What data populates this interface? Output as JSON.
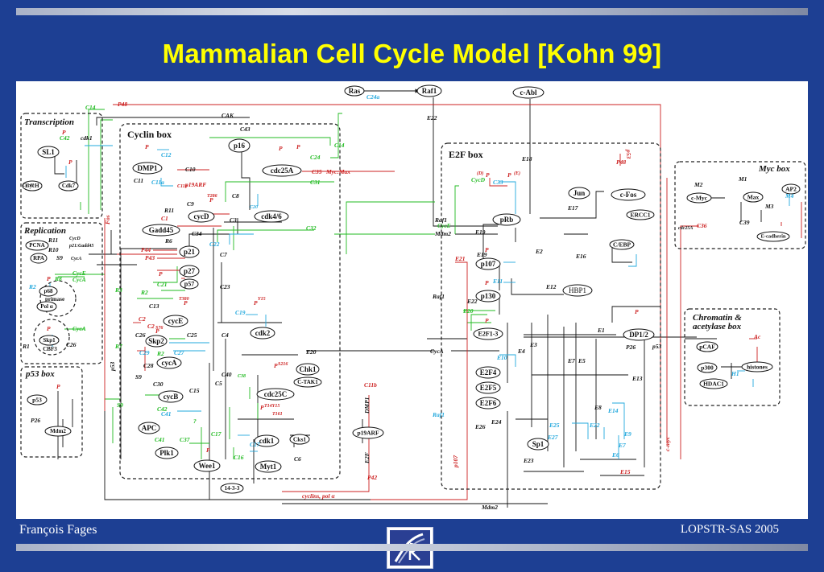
{
  "slide": {
    "title": "Mammalian Cell Cycle Model [Kohn 99]",
    "author": "François Fages",
    "conference": "LOPSTR-SAS 2005"
  },
  "colors": {
    "background": "#1d3f93",
    "title": "#ffff00",
    "black_edge": "#111111",
    "green_edge": "#22bb22",
    "red_edge": "#cc2020",
    "cyan_edge": "#22a8dd"
  },
  "boxes": {
    "transcription": "Transcription",
    "replication": "Replication",
    "p53_box": "p53 box",
    "cyclin_box": "Cyclin box",
    "e2f_box": "E2F box",
    "myc_box": "Myc box",
    "chromatin_1": "Chromatin &",
    "chromatin_2": "acetylase box"
  },
  "nodes": {
    "ras": "Ras",
    "raf1": "Raf1",
    "cabl": "c-Abl",
    "sl1": "SL1",
    "cych": "CycH",
    "cdk7": "Cdk7",
    "pcna": "PCNA",
    "rpa": "RPA",
    "p68": "p68",
    "primase": "primase",
    "pola": "Pol α",
    "skp1": "Skp1",
    "cbf3": "CBF3",
    "p53": "p53",
    "mdm2": "Mdm2",
    "p16": "p16",
    "dmp1": "DMP1",
    "cdc25a": "cdc25A",
    "cycd": "cycD",
    "cdk46": "cdk4/6",
    "gadd45": "Gadd45",
    "p21": "p21",
    "p27": "p27",
    "p57": "p57",
    "cyce": "cycE",
    "skp2": "Skp2",
    "cdk2": "cdk2",
    "cyca": "cycA",
    "chk1": "Chk1",
    "ctak1": "C-TAK1",
    "cdc25c": "cdc25C",
    "cycb": "cycB",
    "apc": "APC",
    "plk1": "Plk1",
    "wee1": "Wee1",
    "myt1": "Myt1",
    "cdk1": "cdk1",
    "cks1": "Cks1",
    "p1433": "14-3-3",
    "p19arf": "p19ARF",
    "prb": "pRb",
    "jun": "Jun",
    "cfos": "c-Fos",
    "ercc1": "ERCC1",
    "cebp": "C/EBP",
    "p107": "p107",
    "hbp1": "HBP1",
    "p130": "p130",
    "e2f13": "E2F1-3",
    "e2f4": "E2F4",
    "e2f5": "E2F5",
    "e2f6": "E2F6",
    "dp12": "DP1/2",
    "sp1": "Sp1",
    "cmyc": "c-Myc",
    "max": "Max",
    "ap2": "AP2",
    "ecadherin": "E-cadherin",
    "pcaf": "pCAF",
    "p300": "p300",
    "histones": "histones",
    "hdac1": "HDAC1"
  },
  "labels": {
    "c1": "C1",
    "c2": "C2",
    "c3": "C3",
    "c4": "C4",
    "c5": "C5",
    "c6": "C6",
    "c7": "C7",
    "c8": "C8",
    "c9": "C9",
    "c10": "C10",
    "c11": "C11",
    "c11a": "C11a",
    "c11b": "C11b",
    "c12": "C12",
    "c13": "C13",
    "c14": "C14",
    "c15": "C15",
    "c16": "C16",
    "c17": "C17",
    "c19": "C19",
    "c20": "C20",
    "c21": "C21",
    "c22": "C22",
    "c23": "C23",
    "c24": "C24",
    "c25": "C25",
    "c26": "C26",
    "c27": "C27",
    "c28": "C28",
    "c29": "C29",
    "c30": "C30",
    "c31": "C31",
    "c32": "C32",
    "c33": "C33",
    "c34": "C34",
    "c35": "C35",
    "c36": "C36",
    "c37": "C37",
    "c38": "C38",
    "c39": "C39",
    "c40": "C40",
    "c41": "C41",
    "c42": "C42",
    "c43": "C43",
    "e1": "E1",
    "e2": "E2",
    "e3": "E3",
    "e4": "E4",
    "e5": "E5",
    "e6": "E6",
    "e7": "E7",
    "e8": "E8",
    "e9": "E9",
    "e10": "E10",
    "e11": "E11",
    "e12": "E12",
    "e13": "E13",
    "e14": "E14",
    "e15": "E15",
    "e16": "E16",
    "e17": "E17",
    "e18": "E18",
    "e19": "E19",
    "e20": "E20",
    "e21": "E21",
    "e22": "E22",
    "e23": "E23",
    "e24": "E24",
    "e25": "E25",
    "e26": "E26",
    "e27": "E27",
    "r1": "R1",
    "r2": "R2",
    "r3": "R3",
    "r6": "R6",
    "r7": "R7",
    "r8": "R8",
    "r10": "R10",
    "r11": "R11",
    "s9": "S9",
    "p26": "P26",
    "p42": "P42",
    "p43": "P43",
    "p44": "P44",
    "p48": "P48",
    "m1": "M1",
    "m2": "M2",
    "m3": "M3",
    "m4": "M4",
    "h1": "H1",
    "c24a": "C24a",
    "cak": "CAK",
    "cdk1_lbl": "cdk1",
    "myc_max": "Myc:Max",
    "cyce_lbl": "CycE",
    "cyca_lbl": "CycA",
    "cycd_lbl": "CycD",
    "cycb_lbl": "CycB",
    "mdm2_lbl": "Mdm2",
    "mdm2_bottom": "Mdm2",
    "raf1_lbl": "Raf1",
    "cyclins_pola": "cyclins, pol α",
    "fos": "Fos",
    "cdc25a_small": "cdc25A",
    "e2f_lbl": "E2F",
    "dmp1_lbl": "DMP1",
    "p107_lbl": "p107",
    "cmyc_lbl": "c-myc",
    "p53_lbl": "p53",
    "cycd_p21": "p21:Gadd45",
    "cycd_small": "CycD",
    "cyca_small": "CycA",
    "ac": "Ac",
    "p": "P",
    "t286": "T286",
    "t380": "T380",
    "y15": "Y15",
    "s216": "S216",
    "t14y15": "T14Y15",
    "t161": "T161",
    "s76": "S76",
    "pd": "(D)",
    "pe": "(E)",
    "q": "?",
    "sc": "S?",
    "cych_lbl": "CycH",
    "cdk7_lbl": "Cdk7"
  }
}
